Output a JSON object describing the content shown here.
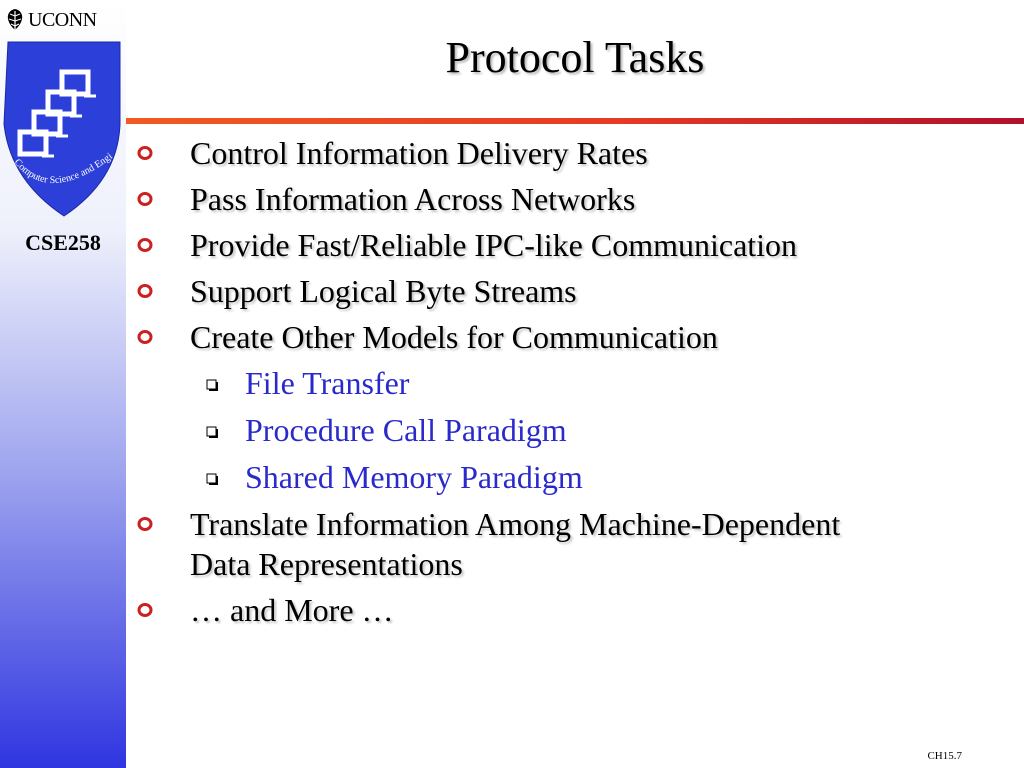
{
  "brand": {
    "university": "UCONN"
  },
  "sidebar": {
    "course": "CSE258",
    "logo_text": "Computer Science and Engineering"
  },
  "slide": {
    "title": "Protocol Tasks",
    "bullets": [
      "Control Information Delivery Rates",
      "Pass Information Across Networks",
      "Provide Fast/Reliable IPC-like Communication",
      "Support Logical Byte Streams",
      "Create Other Models for Communication"
    ],
    "sub_bullets": [
      "File Transfer",
      "Procedure Call Paradigm",
      "Shared Memory Paradigm"
    ],
    "translate_bullet": {
      "line1": "Translate Information Among Machine-Dependent",
      "line2": "Data Representations"
    },
    "last_bullet": "… and More …"
  },
  "footer": {
    "page": "CH15.7"
  },
  "colors": {
    "accent_red": "#e63a24",
    "sub_text_blue": "#2a2acb",
    "sidebar_blue": "#2f35e0",
    "bullet_red": "#cc1f1f"
  },
  "icons": {
    "bullet": "circle-bullet-icon",
    "sub_bullet": "square-bullet-icon"
  }
}
